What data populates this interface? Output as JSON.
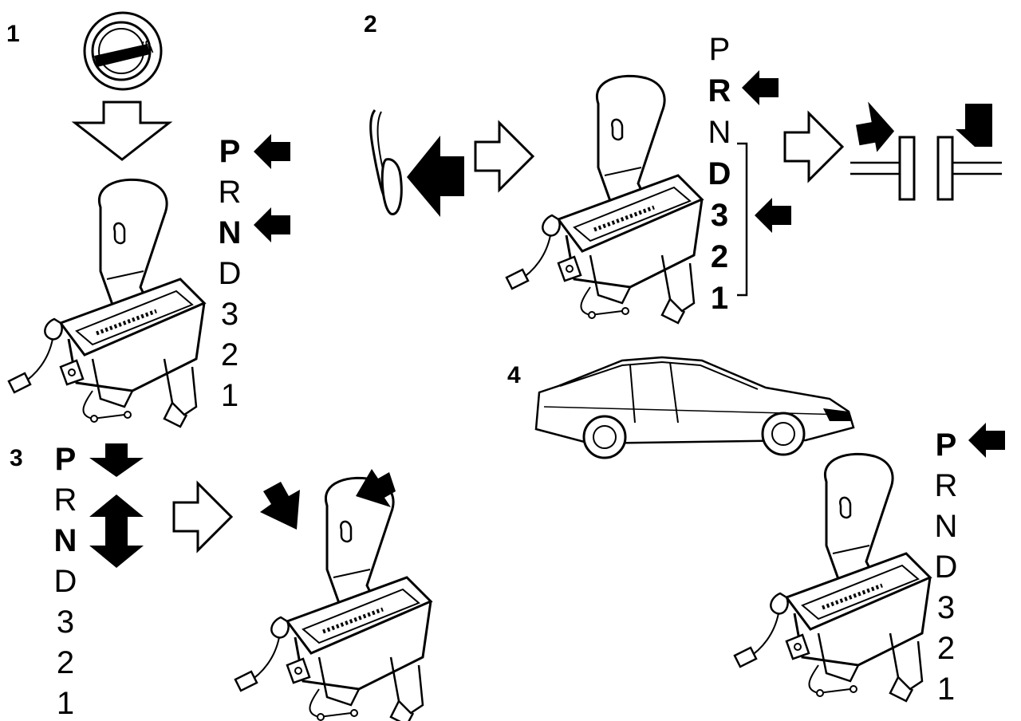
{
  "steps": [
    {
      "number": "1",
      "gears": [
        "P",
        "R",
        "N",
        "D",
        "3",
        "2",
        "1"
      ],
      "highlighted": [
        "P",
        "N"
      ]
    },
    {
      "number": "2",
      "gears": [
        "P",
        "R",
        "N",
        "D",
        "3",
        "2",
        "1"
      ],
      "highlighted": [
        "R",
        "D",
        "3",
        "2",
        "1"
      ]
    },
    {
      "number": "3",
      "gears": [
        "P",
        "R",
        "N",
        "D",
        "3",
        "2",
        "1"
      ],
      "highlighted": [
        "P",
        "N"
      ]
    },
    {
      "number": "4",
      "gears": [
        "P",
        "R",
        "N",
        "D",
        "3",
        "2",
        "1"
      ],
      "highlighted": [
        "P"
      ]
    }
  ],
  "ignition_key_label": "ST",
  "icons": [
    "ignition-key-icon",
    "shift-lever-icon",
    "brake-pedal-icon",
    "car-icon",
    "arrow-icon",
    "brake-caliper-icon"
  ],
  "colors": {
    "ink": "#000000",
    "paper": "#ffffff"
  }
}
